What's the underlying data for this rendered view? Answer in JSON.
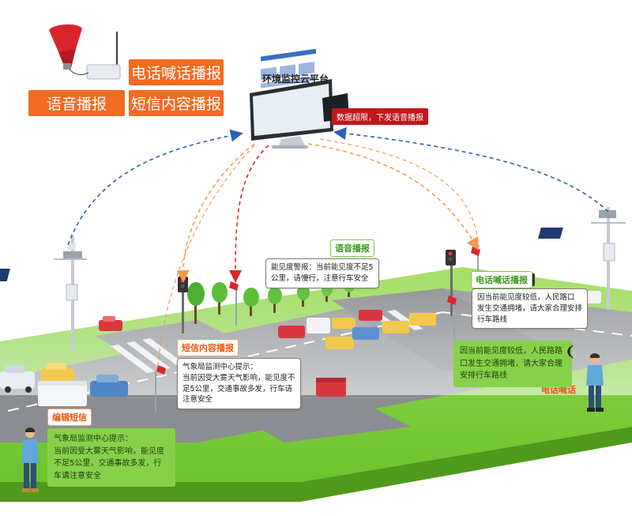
{
  "platform": {
    "title": "环境监控云平台",
    "alert_banner": "数据超限，下发语音播报"
  },
  "top_buttons": {
    "phone": "电话喊话播报",
    "voice": "语音播报",
    "sms": "短信内容播报"
  },
  "tags": {
    "voice": "语音播报",
    "phone": "电话喊话播报",
    "sms": "短信内容播报",
    "edit_sms": "编辑短信",
    "phone_call": "电话喊话"
  },
  "bubbles": {
    "visibility_alert": [
      "能见度警报：当前能见度不足5",
      "公里，请慢行，注意行车安全"
    ],
    "traffic_center": [
      "因当前能见度较低，人民路口",
      "发生交通拥堵，请大家合理安排",
      "行车路线"
    ],
    "weather_sign": [
      "气象局监测中心提示：",
      "当前因受大雾天气影响，能见度不",
      "足5公里，交通事故多发，行车请",
      "注意安全"
    ]
  },
  "green_boxes": {
    "sms_phone": [
      "气象局监测中心提示：",
      "当前因受大雾天气影响，能见度",
      "不足5公里，交通事故多发，行",
      "车请注意安全"
    ],
    "phone_call": [
      "因当前能见度较低，人民路路",
      "口发生交通拥堵，请大家合理",
      "安排行车路线"
    ]
  },
  "colors": {
    "accent_orange": "#f26b22",
    "alert_red": "#c4161c",
    "arc_blue": "#2a5fbd",
    "arc_orange": "#f29a4a",
    "arc_red": "#d9262c",
    "grass_green": "#7ed13c",
    "road_gray": "#8a8d91",
    "label_green": "#3c9a1e"
  }
}
